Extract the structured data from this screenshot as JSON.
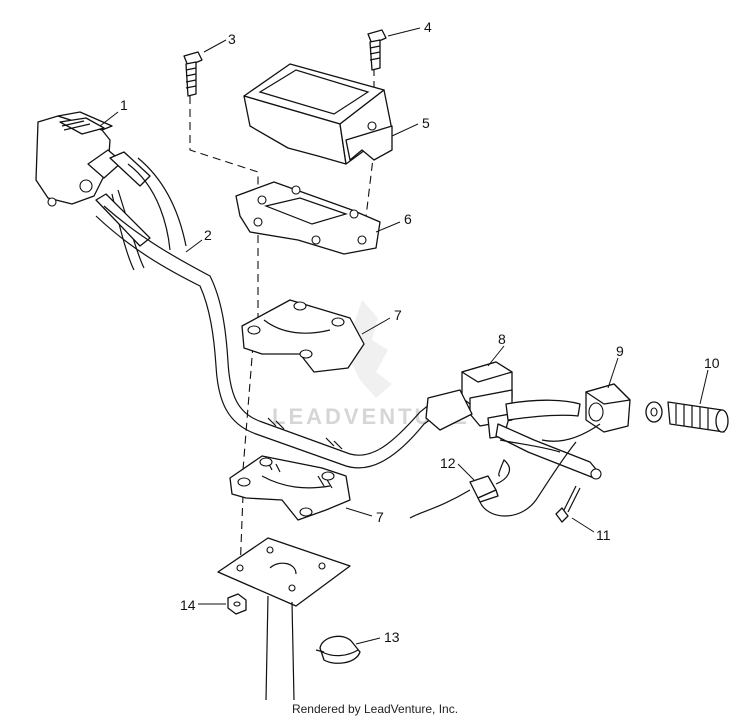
{
  "callouts": [
    {
      "number": "1"
    },
    {
      "number": "2"
    },
    {
      "number": "3"
    },
    {
      "number": "4"
    },
    {
      "number": "5"
    },
    {
      "number": "6"
    },
    {
      "number": "7"
    },
    {
      "number": "7"
    },
    {
      "number": "8"
    },
    {
      "number": "9"
    },
    {
      "number": "10"
    },
    {
      "number": "11"
    },
    {
      "number": "12"
    },
    {
      "number": "13"
    },
    {
      "number": "14"
    }
  ],
  "watermark": "LEADVENTURE",
  "footer": "Rendered by LeadVenture, Inc."
}
